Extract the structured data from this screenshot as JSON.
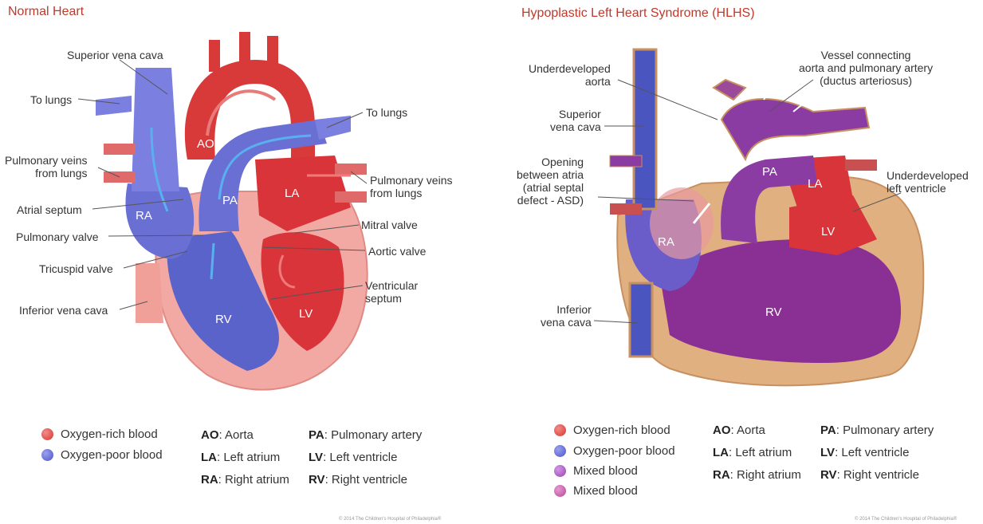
{
  "left": {
    "title": "Normal Heart",
    "labels": {
      "superior_vena_cava": "Superior vena cava",
      "to_lungs_left": "To lungs",
      "to_lungs_right": "To lungs",
      "pulmonary_veins_left": "Pulmonary veins\nfrom lungs",
      "pulmonary_veins_right": "Pulmonary veins\nfrom lungs",
      "atrial_septum": "Atrial septum",
      "pulmonary_valve": "Pulmonary valve",
      "tricuspid_valve": "Tricuspid valve",
      "inferior_vena_cava": "Inferior vena cava",
      "mitral_valve": "Mitral valve",
      "aortic_valve": "Aortic valve",
      "ventricular_septum": "Ventricular\nseptum"
    },
    "chambers": {
      "ao": "AO",
      "pa": "PA",
      "la": "LA",
      "ra": "RA",
      "rv": "RV",
      "lv": "LV"
    },
    "legend": {
      "items": [
        {
          "label": "Oxygen-rich blood",
          "color": "#d9342b"
        },
        {
          "label": "Oxygen-poor blood",
          "color": "#4b54c9"
        }
      ],
      "abbr": [
        {
          "key": "AO",
          "desc": ": Aorta"
        },
        {
          "key": "PA",
          "desc": ": Pulmonary artery"
        },
        {
          "key": "LA",
          "desc": ": Left atrium"
        },
        {
          "key": "LV",
          "desc": ": Left ventricle"
        },
        {
          "key": "RA",
          "desc": ": Right atrium"
        },
        {
          "key": "RV",
          "desc": ": Right ventricle"
        }
      ]
    },
    "copyright": "© 2014 The Children's Hospital of Philadelphia®"
  },
  "right": {
    "title": "Hypoplastic Left Heart Syndrome (HLHS)",
    "labels": {
      "underdeveloped_aorta": "Underdeveloped\naorta",
      "vessel_connecting": "Vessel connecting\naorta and pulmonary artery\n(ductus arteriosus)",
      "superior_vena_cava": "Superior\nvena cava",
      "opening_between_atria": "Opening\nbetween atria\n(atrial septal\ndefect - ASD)",
      "underdeveloped_lv": "Underdeveloped\nleft ventricle",
      "inferior_vena_cava": "Inferior\nvena cava"
    },
    "chambers": {
      "pa": "PA",
      "la": "LA",
      "lv": "LV",
      "ra": "RA",
      "rv": "RV"
    },
    "legend": {
      "items": [
        {
          "label": "Oxygen-rich blood",
          "color": "#d9342b"
        },
        {
          "label": "Oxygen-poor blood",
          "color": "#4b54c9"
        },
        {
          "label": "Mixed blood",
          "color": "#9b3fb8"
        },
        {
          "label": "Mixed blood",
          "color": "#b8449b"
        }
      ],
      "abbr": [
        {
          "key": "AO",
          "desc": ": Aorta"
        },
        {
          "key": "PA",
          "desc": ": Pulmonary artery"
        },
        {
          "key": "LA",
          "desc": ": Left atrium"
        },
        {
          "key": "LV",
          "desc": ": Left ventricle"
        },
        {
          "key": "RA",
          "desc": ": Right atrium"
        },
        {
          "key": "RV",
          "desc": ": Right ventricle"
        }
      ]
    },
    "copyright": "© 2014 The Children's Hospital of Philadelphia®"
  }
}
